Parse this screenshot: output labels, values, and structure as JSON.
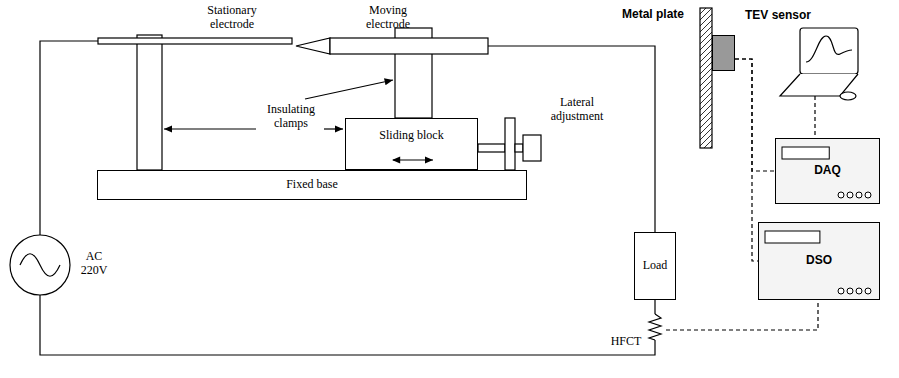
{
  "diagram": {
    "nodes": [
      {
        "text": [
          "Fixed base"
        ]
      },
      {
        "text": [
          "Sliding block"
        ]
      },
      {
        "text": [
          "Load"
        ]
      },
      {
        "text": [
          "TEV sensor"
        ]
      },
      {
        "text": [
          "DAQ"
        ]
      },
      {
        "text": [
          "DSO"
        ]
      }
    ],
    "edges": [
      {
        "from": 3,
        "to": 4,
        "arrow": "none"
      },
      {
        "from": 3,
        "to": 5,
        "arrow": "none"
      }
    ],
    "labels": [
      "Stationary electrode",
      "Moving electrode",
      "Insulating clamps",
      "Lateral adjustment",
      "AC 220V",
      "HFCT",
      "Metal plate"
    ]
  }
}
